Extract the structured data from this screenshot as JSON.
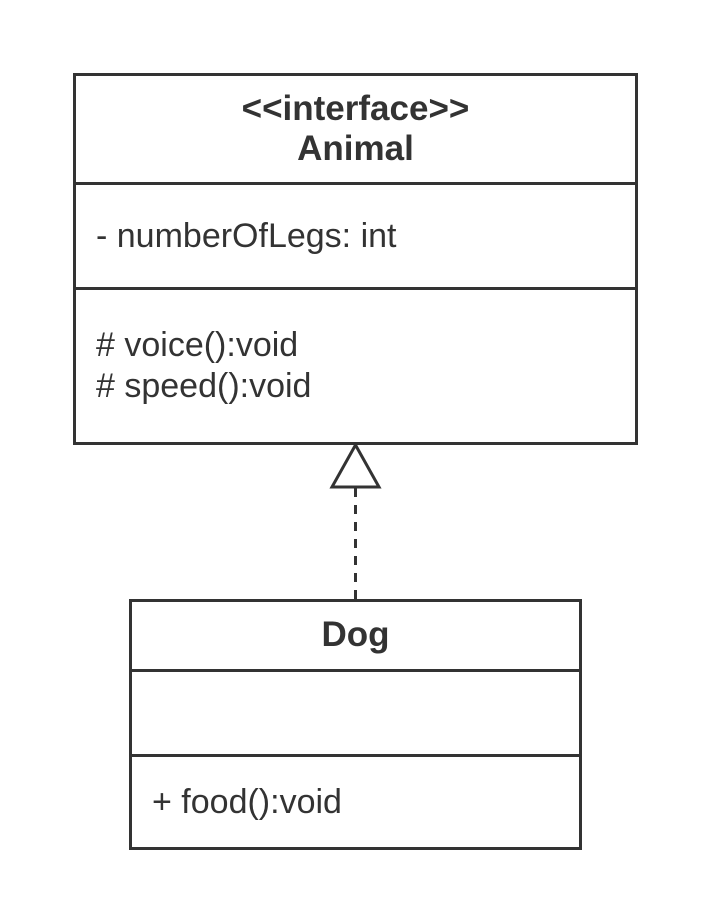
{
  "diagram": {
    "type": "uml-class-diagram",
    "background_color": "#ffffff",
    "stroke_color": "#333333",
    "text_color": "#333333"
  },
  "classes": [
    {
      "stereotype": "<<interface>>",
      "name": "Animal",
      "attributes": [
        "- numberOfLegs: int"
      ],
      "methods": [
        "# voice():void",
        "# speed():void"
      ]
    },
    {
      "stereotype": "",
      "name": "Dog",
      "attributes": [],
      "methods": [
        "+ food():void"
      ]
    }
  ],
  "relationships": [
    {
      "type": "realization",
      "from": "Dog",
      "to": "Animal",
      "line_style": "dashed",
      "arrowhead": "hollow-triangle"
    }
  ]
}
